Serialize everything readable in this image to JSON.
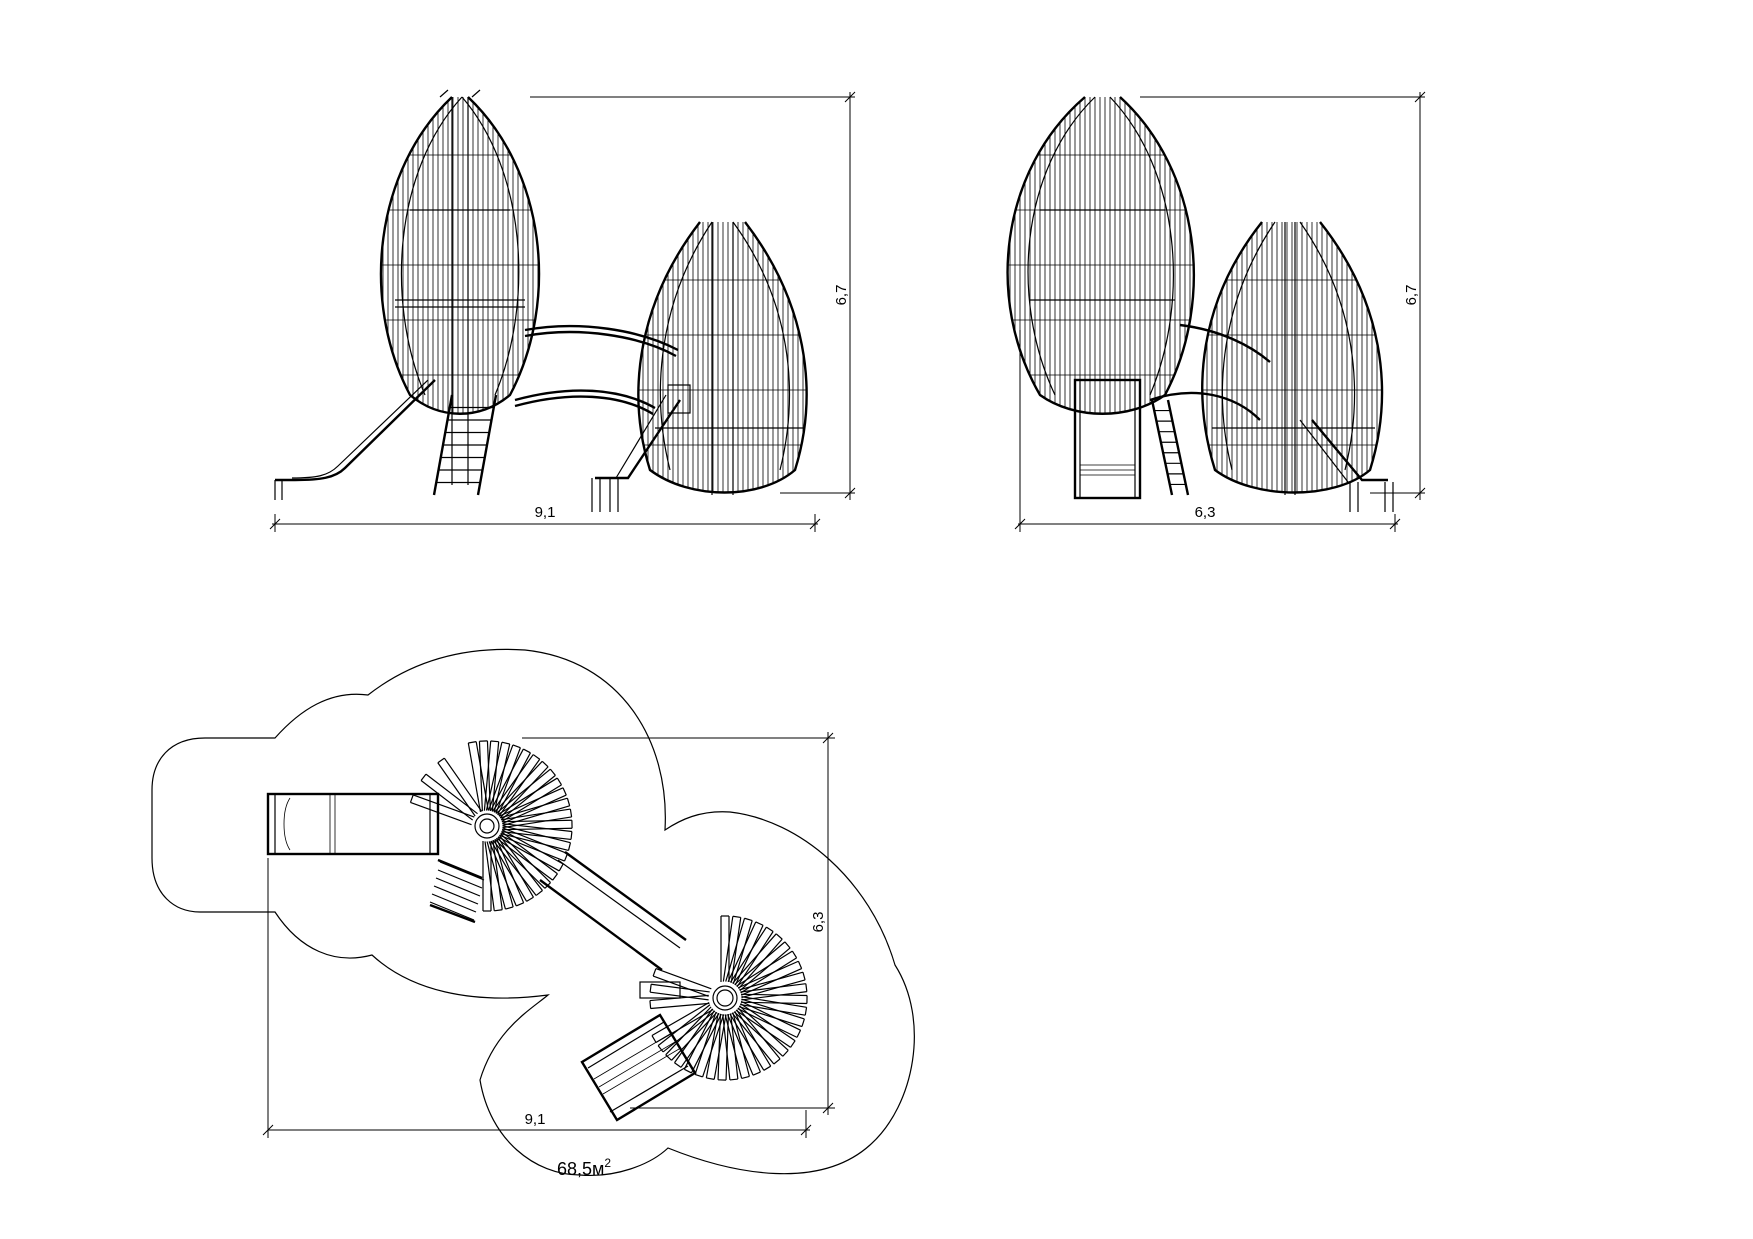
{
  "front_view": {
    "width_label": "9,1",
    "height_label": "6,7"
  },
  "side_view": {
    "width_label": "6,3",
    "height_label": "6,7"
  },
  "plan_view": {
    "width_label": "9,1",
    "depth_label": "6,3",
    "area_value": "68,5м",
    "area_exponent": "2"
  },
  "colors": {
    "line": "#000000",
    "background": "#ffffff"
  }
}
